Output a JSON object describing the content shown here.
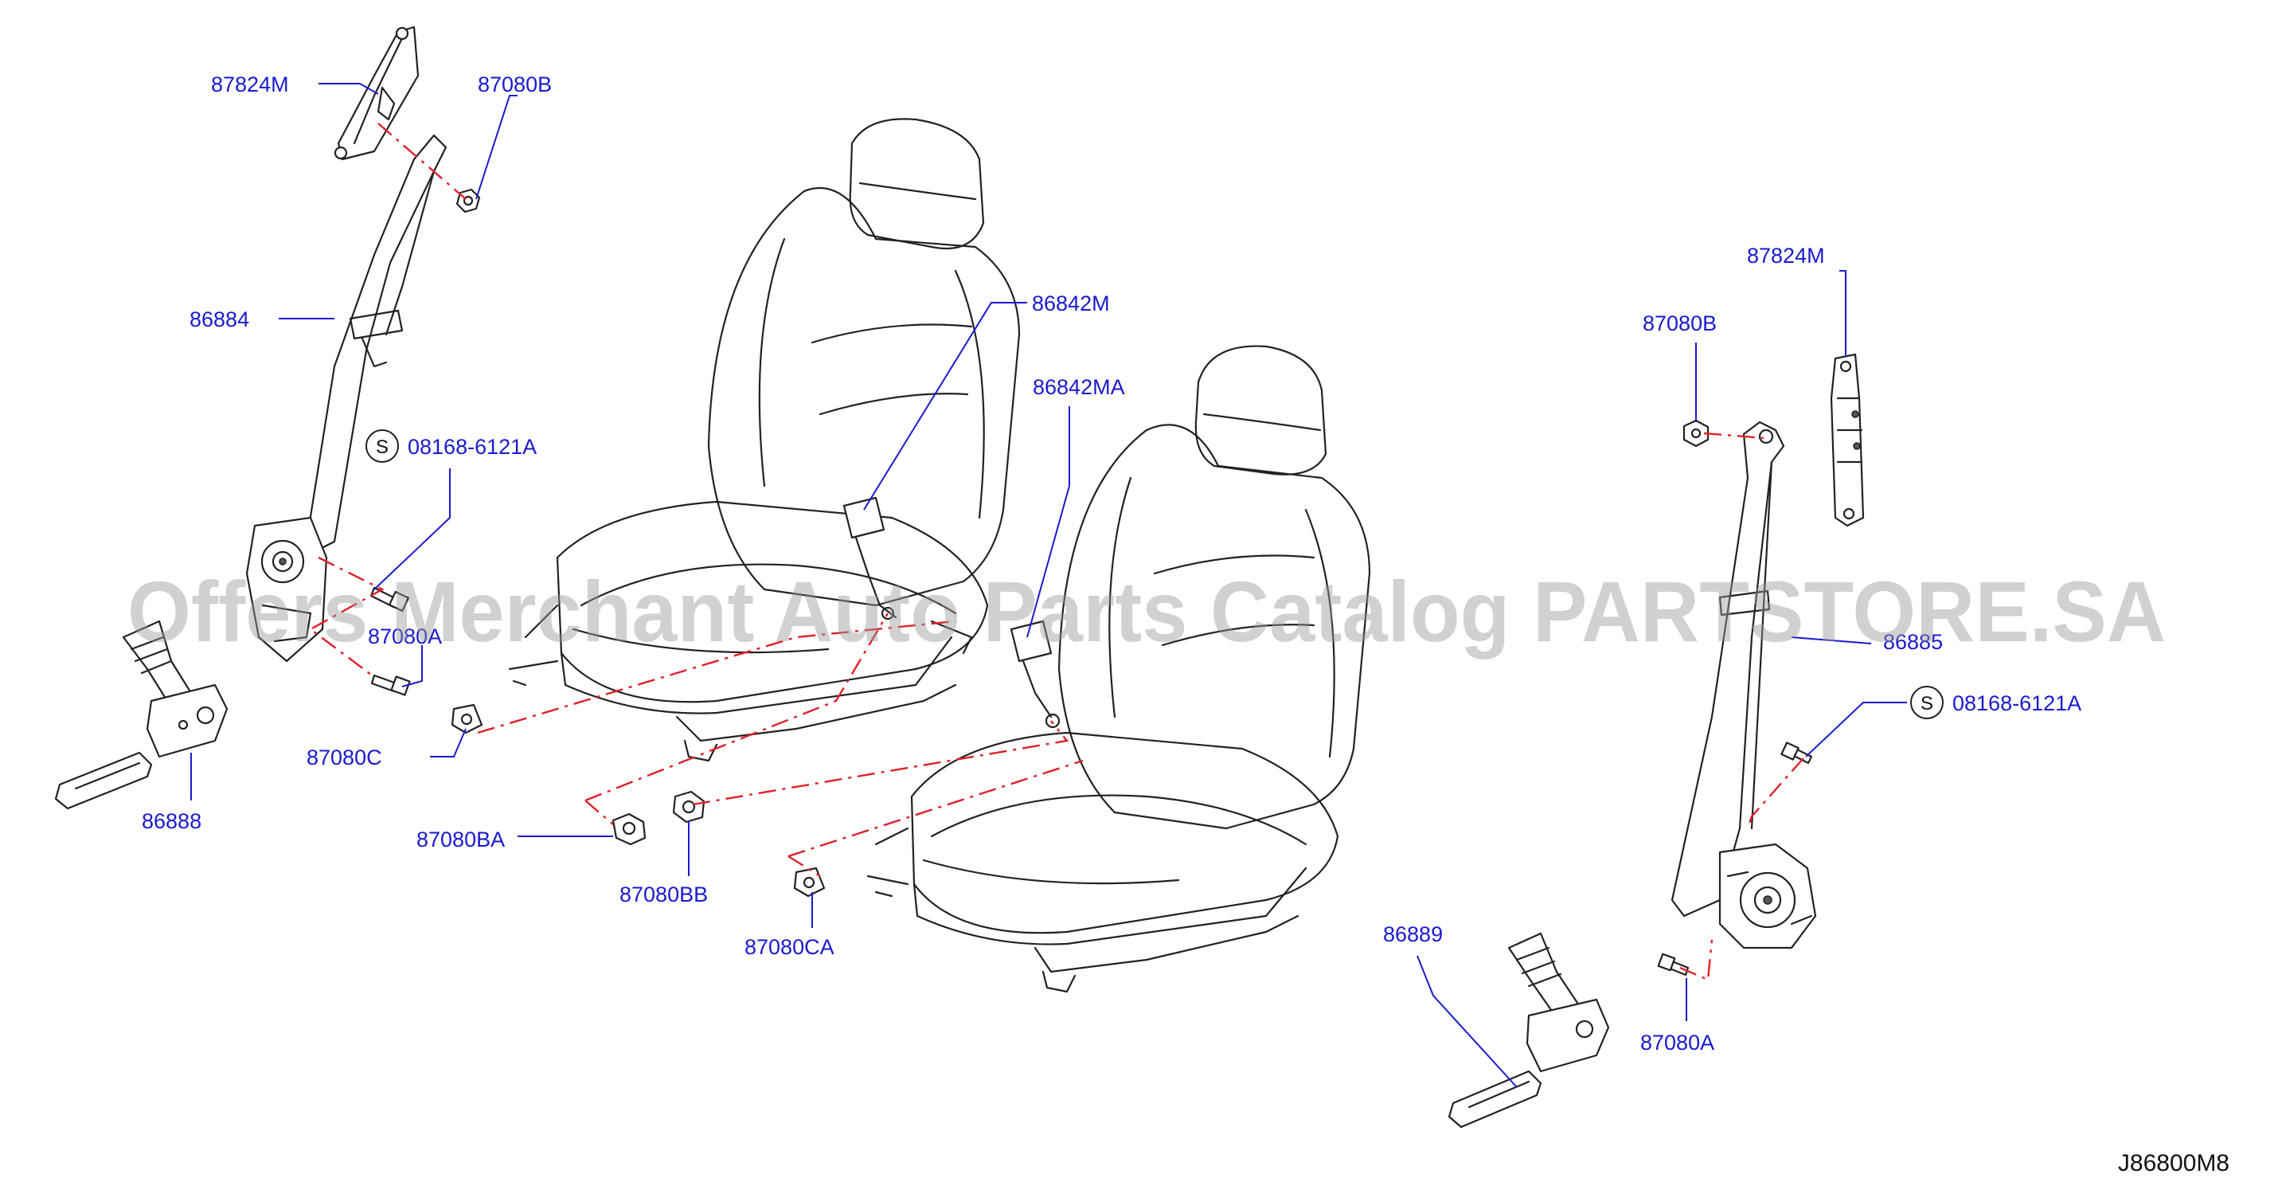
{
  "watermark": "Offers Merchant Auto Parts Catalog PARTSTORE.SA",
  "diagram_ref": "J86800M8",
  "callouts": {
    "c1": "87824M",
    "c2": "87080B",
    "c3": "86884",
    "c4": "08168-6121A",
    "c5": "87080A",
    "c6": "86888",
    "c7": "87080C",
    "c8": "86842M",
    "c9": "86842MA",
    "c10": "87080BA",
    "c11": "87080BB",
    "c12": "87080CA",
    "c13": "87824M",
    "c14": "87080B",
    "c15": "86885",
    "c16": "08168-6121A",
    "c17": "86889",
    "c18": "87080A"
  },
  "s_mark": "S",
  "colors": {
    "label": "#1a1ad0",
    "dashed_link": "#e0202a",
    "line_art": "#222222"
  }
}
